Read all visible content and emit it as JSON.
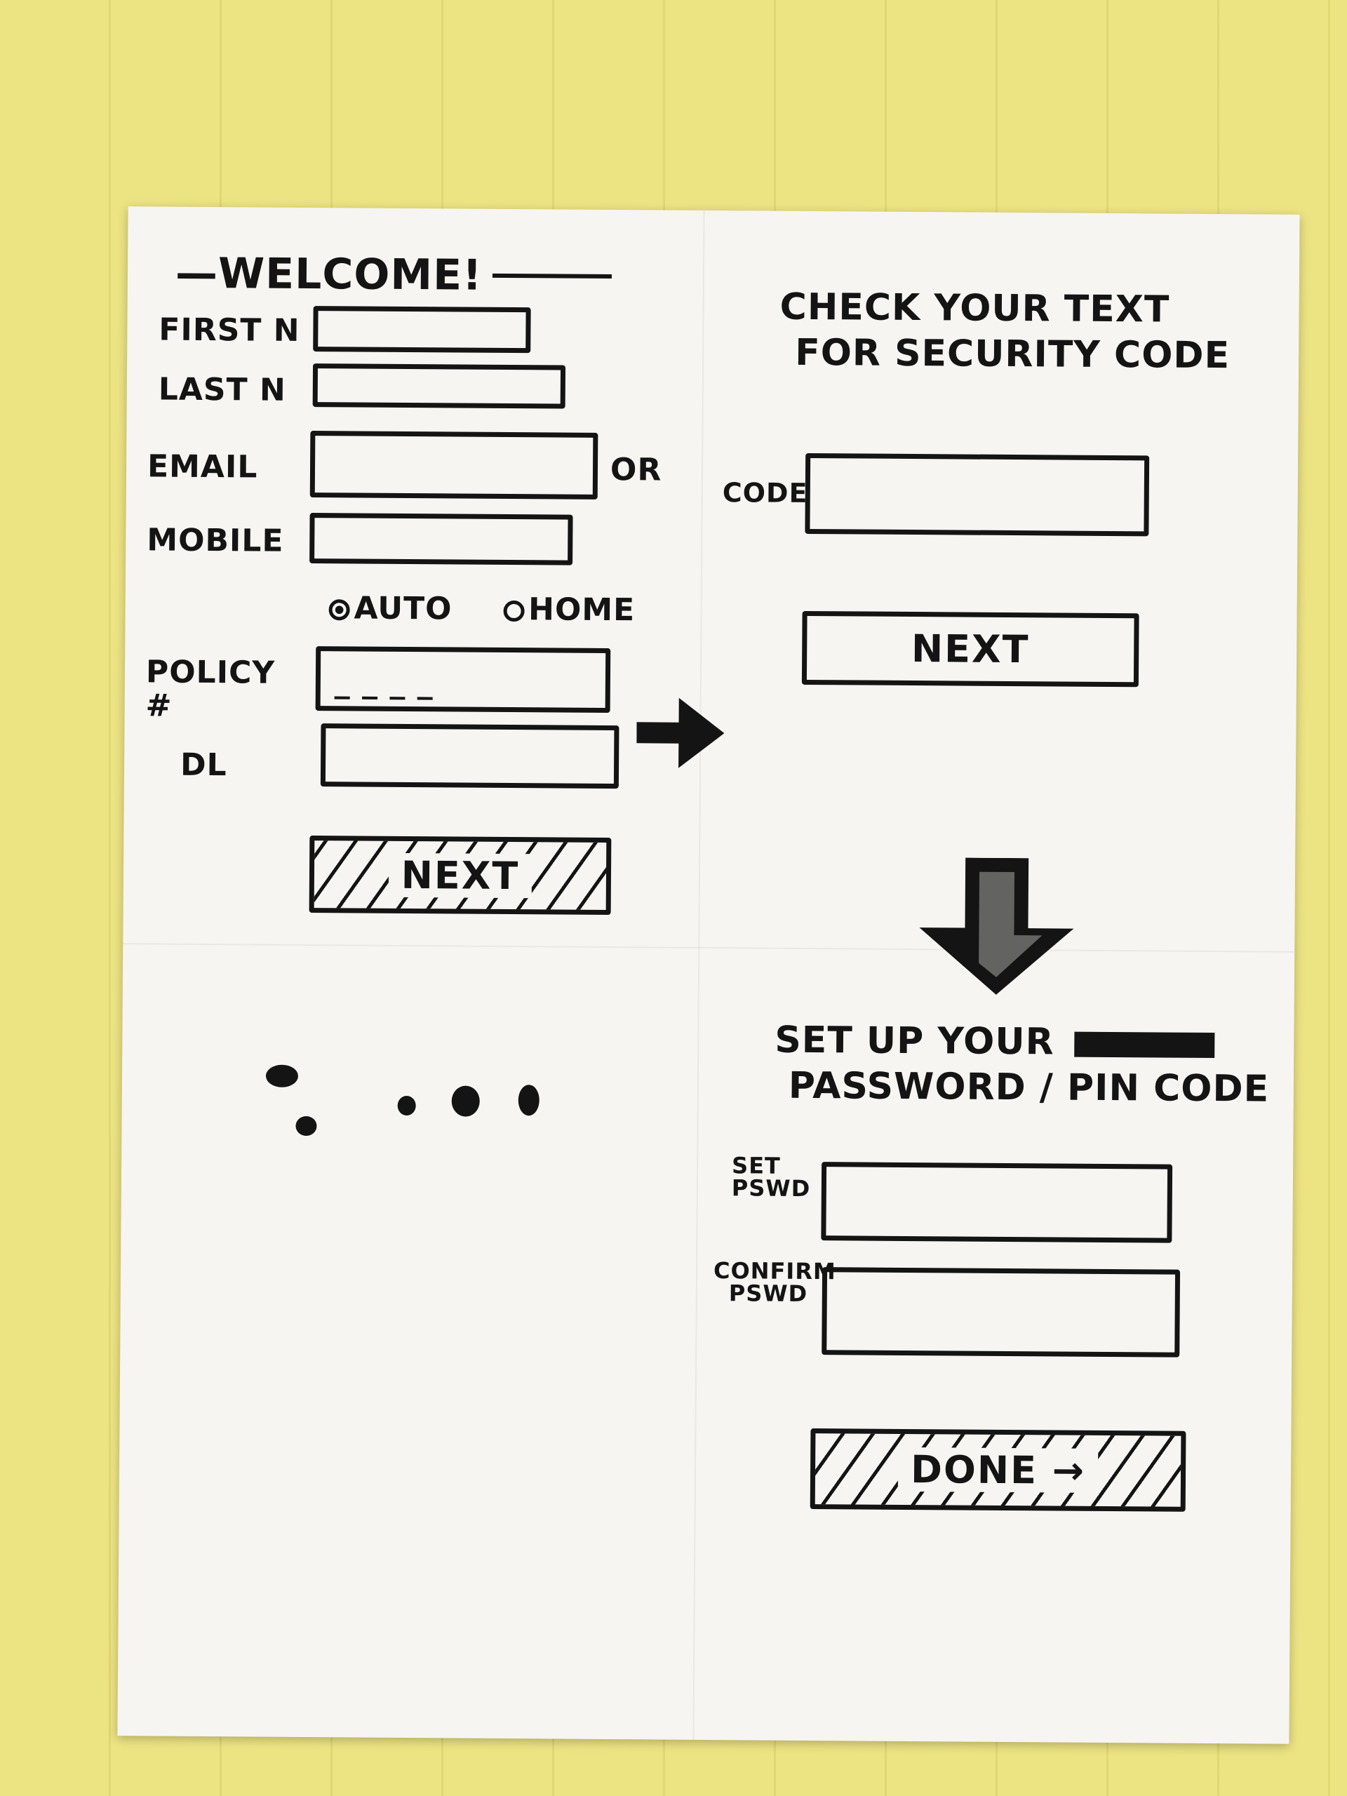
{
  "sketch": {
    "panel1": {
      "title": "—WELCOME!",
      "first_name_label": "FIRST N",
      "last_name_label": "LAST N",
      "email_label": "EMAIL",
      "or_label": "OR",
      "mobile_label": "MOBILE",
      "radio_auto": "AUTO",
      "radio_home": "HOME",
      "policy_label": "POLICY #",
      "policy_placeholder": "_ _ _ _",
      "dl_label": "DL",
      "next_button": "NEXT"
    },
    "panel2": {
      "heading_line1": "CHECK YOUR TEXT",
      "heading_line2": "FOR SECURITY CODE",
      "code_label": "CODE",
      "next_button": "NEXT"
    },
    "panel3": {
      "heading_line1": "SET UP YOUR",
      "heading_line2": "PASSWORD / PIN CODE",
      "set_pswd_line1": "SET",
      "set_pswd_line2": "PSWD",
      "confirm_line1": "CONFIRM",
      "confirm_line2": "PSWD",
      "done_button": "DONE →"
    },
    "colors": {
      "ink": "#141414",
      "paper": "#f6f5f2",
      "background_pad": "#ece383"
    }
  }
}
